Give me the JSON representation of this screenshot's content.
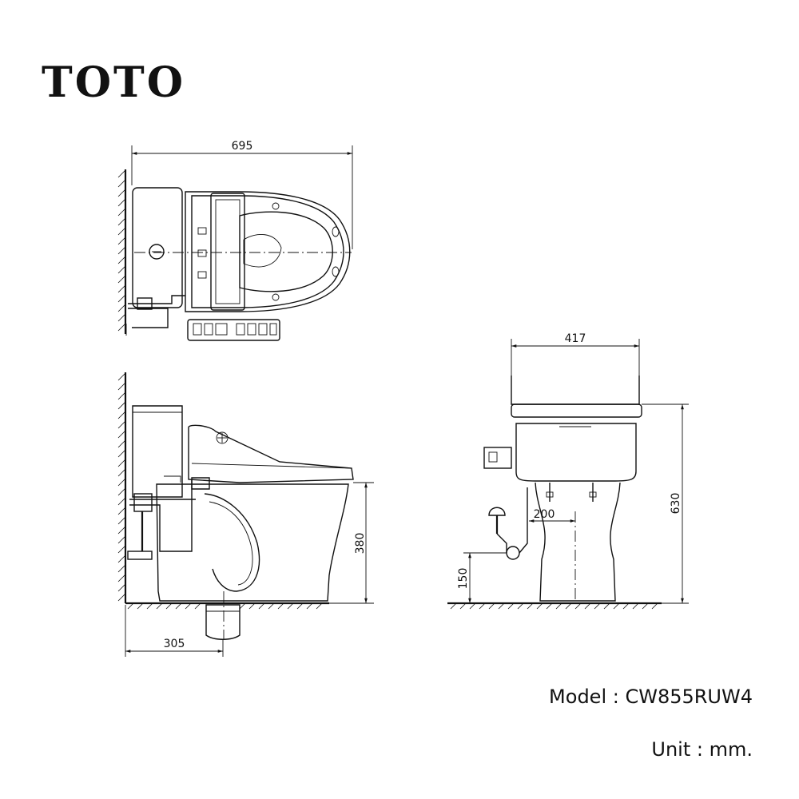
{
  "brand": {
    "logo_text": "TOTO"
  },
  "footer": {
    "model_text": "Model : CW855RUW4",
    "unit_text": "Unit : mm."
  },
  "dimensions": {
    "top_view_length": "695",
    "front_view_width": "417",
    "seat_height": "380",
    "rough_in": "305",
    "supply_height": "150",
    "total_height": "630",
    "supply_offset": "200"
  }
}
